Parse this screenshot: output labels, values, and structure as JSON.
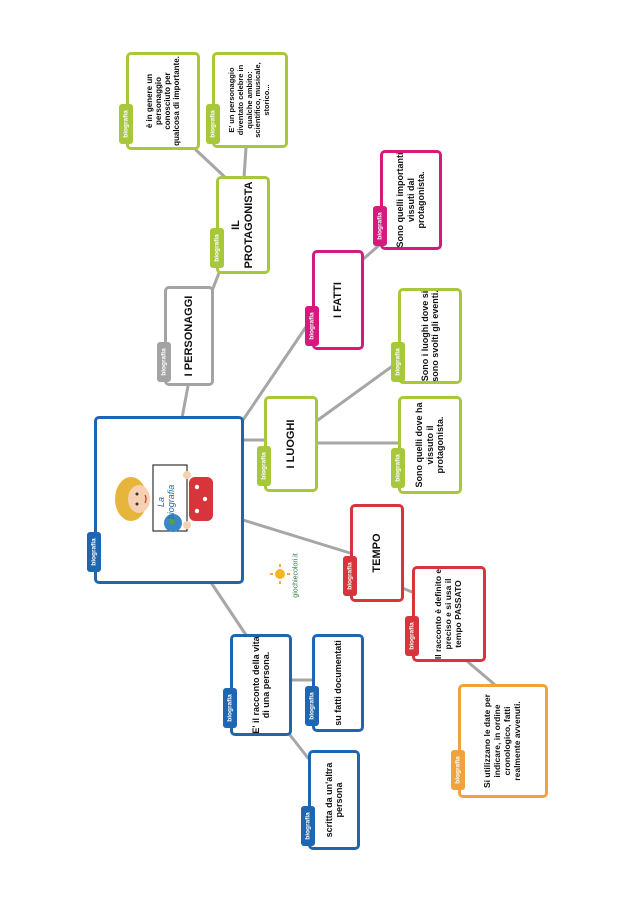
{
  "tag_label": "biografia",
  "colors": {
    "blue": "#1f66b2",
    "gray": "#a3a3a3",
    "green": "#a8c83c",
    "pink": "#d6197d",
    "red": "#d7343c",
    "orange": "#f0a33c",
    "connector": "#a6a6a6"
  },
  "central": {
    "sign_text": "La biografia"
  },
  "nodes": {
    "personaggi": "I PERSONAGGI",
    "protagonista": "IL PROTAGONISTA",
    "protagonista_def1": "è in genere un personaggio conosciuto per qualcosa di importante.",
    "protagonista_def2": "E' un personaggio diventato celebre in qualche ambito: scientifico, musicale, storico...",
    "fatti": "I FATTI",
    "fatti_def": "Sono quelli importanti vissuti dal protagonista.",
    "luoghi": "I LUOGHI",
    "luoghi_def1": "Sono i luoghi dove si sono svolti gli eventi.",
    "luoghi_def2": "Sono quelli dove ha vissuto il protagonista.",
    "tempo": "TEMPO",
    "tempo_def": "Il racconto è definito e preciso e si usa il tempo PASSATO",
    "tempo_date": "Si utilizzano le date per indicare, in ordine cronologico, fatti realmente avvenuti.",
    "racconto": "E' il racconto della vita di una persona.",
    "documentati": "su fatti documentati",
    "altra_persona": "scritta da un'altra persona"
  },
  "credit": "giochiecolori.it"
}
